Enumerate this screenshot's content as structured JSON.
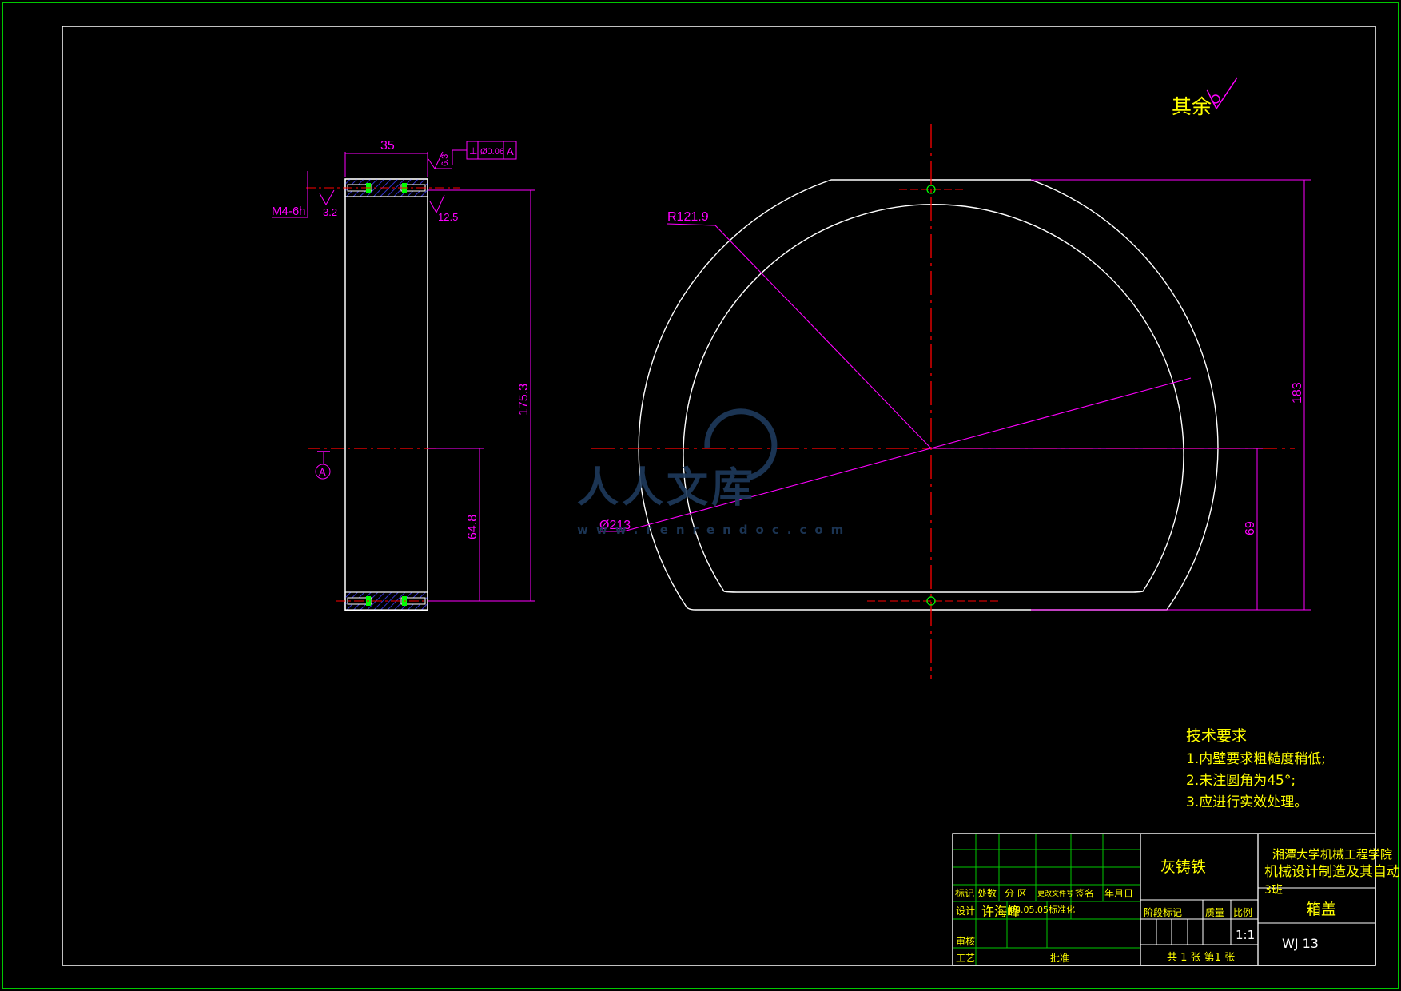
{
  "surface_finish": {
    "label": "其余"
  },
  "side_view": {
    "width_dim": "35",
    "tolerance": {
      "symbol": "⊥",
      "value": "Ø0.06",
      "datum": "A"
    },
    "thread": "M4-6h",
    "roughness_a": "6.3",
    "roughness_b": "3.2",
    "roughness_c": "12.5",
    "height_dim": "175.3",
    "half_dim": "64.8",
    "datum_label": "A"
  },
  "front_view": {
    "radius_dim": "R121.9",
    "diameter_dim": "Ø213",
    "height_dim": "183",
    "offset_dim": "69"
  },
  "tech_requirements": {
    "title": "技术要求",
    "items": [
      "1.内壁要求粗糙度稍低;",
      "2.未注圆角为45°;",
      "3.应进行实效处理。"
    ]
  },
  "title_block": {
    "material": "灰铸铁",
    "school": "湘潭大学机械工程学院",
    "major": "机械设计制造及其自动化",
    "class": "3班",
    "part_name": "箱盖",
    "drawing_no": "WJ 13",
    "scale": "1:1",
    "sheets": "共 1 张 第1 张",
    "row_header": {
      "mark": "标记",
      "count": "处数",
      "zone": "分 区",
      "doc": "更改文件号",
      "sign": "签名",
      "date": "年月日"
    },
    "designer_label": "设计",
    "designer_name": "许海峰",
    "design_date": "08.05.05",
    "standard_label": "标准化",
    "review_label": "审核",
    "craft_label": "工艺",
    "approve_label": "批准",
    "stage_header": {
      "stage": "阶段标记",
      "weight": "质量",
      "scale": "比例"
    }
  },
  "watermark": {
    "text": "人人文库",
    "url": "www.renrendoc.com"
  },
  "colors": {
    "outline": "#ffffff",
    "dimension": "#ff00ff",
    "center": "#ff0000",
    "frame": "#00c800",
    "text": "#ffff00"
  }
}
